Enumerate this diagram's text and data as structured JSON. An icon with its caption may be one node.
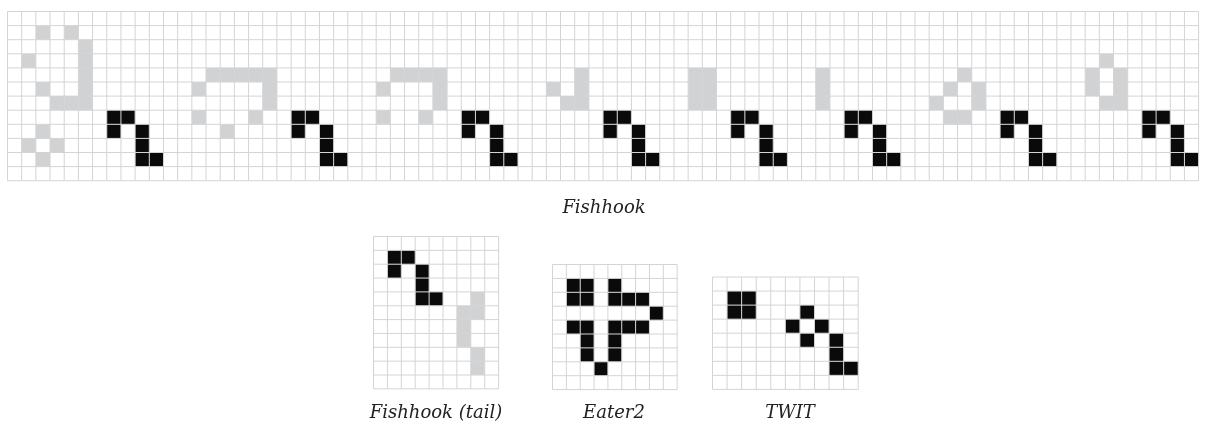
{
  "diagram": {
    "labels": [
      "Fishhook",
      "Fishhook (tail)",
      "Eater2",
      "TWIT"
    ]
  }
}
